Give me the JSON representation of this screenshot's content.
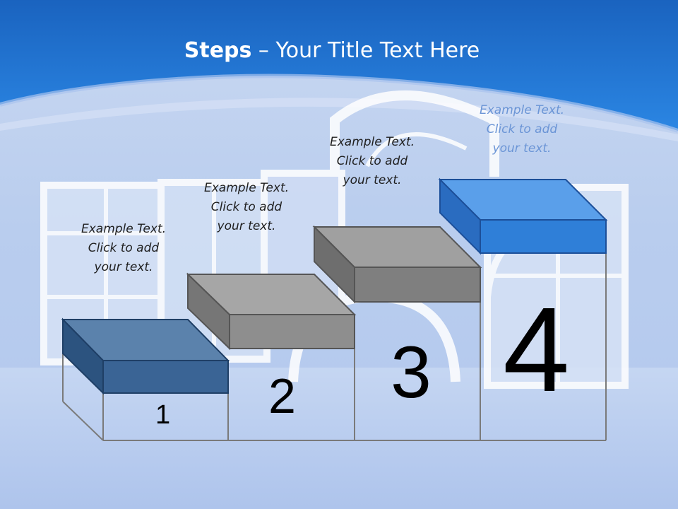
{
  "slide": {
    "title_bold": "Steps",
    "title_rest": " – Your Title Text Here"
  },
  "steps": [
    {
      "number": "1",
      "lines": [
        "Example Text.",
        "Click  to add",
        "your text."
      ],
      "color": "#3a6495"
    },
    {
      "number": "2",
      "lines": [
        "Example Text.",
        "Click  to add",
        "your text."
      ],
      "color": "#8e8e8e"
    },
    {
      "number": "3",
      "lines": [
        "Example Text.",
        "Click  to add",
        "your text."
      ],
      "color": "#7f7f7f"
    },
    {
      "number": "4",
      "lines": [
        "Example Text.",
        "Click  to add",
        "your text."
      ],
      "color": "#2f7fd8"
    }
  ],
  "colors": {
    "header_blue": "#1d6ec8",
    "background": "#bcd0ef",
    "step4_label": "#6b95d6"
  }
}
